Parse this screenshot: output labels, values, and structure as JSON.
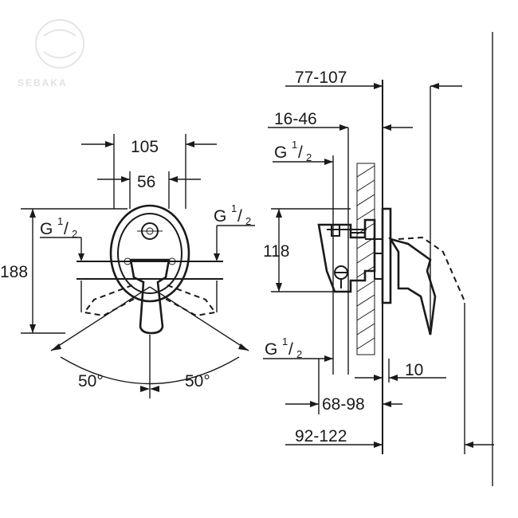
{
  "watermark": {
    "text": "SEBAKA"
  },
  "front_view": {
    "width_outer": "105",
    "width_inner": "56",
    "height": "188",
    "angle_left": "50°",
    "angle_right": "50°",
    "thread_left": {
      "base": "G",
      "num": "1",
      "den": "2"
    },
    "thread_right": {
      "base": "G",
      "num": "1",
      "den": "2"
    }
  },
  "side_view": {
    "depth_range_top": "77-107",
    "depth_range_small": "16-46",
    "thread_top": {
      "base": "G",
      "num": "1",
      "den": "2"
    },
    "height": "118",
    "thread_bottom": {
      "base": "G",
      "num": "1",
      "den": "2"
    },
    "offset": "10",
    "depth_range_mid": "68-98",
    "depth_range_bottom": "92-122"
  }
}
